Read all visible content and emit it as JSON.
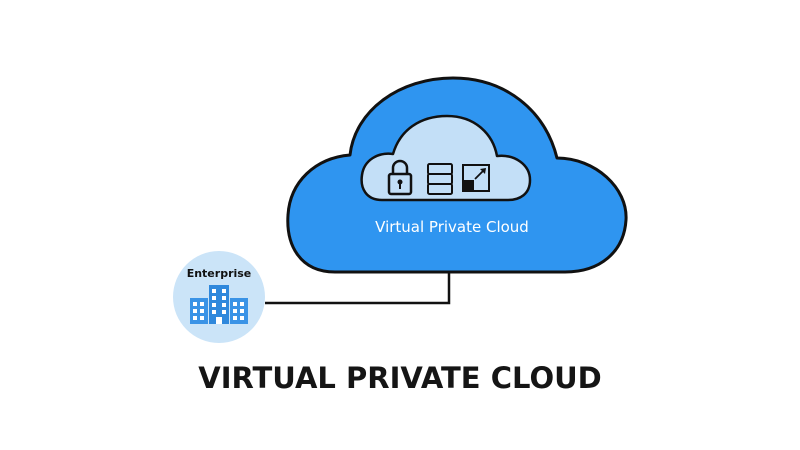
{
  "diagram": {
    "cloud": {
      "label": "Virtual Private Cloud",
      "outer_color": "#2f95f0",
      "inner_color": "#c3dff7",
      "outline_color": "#111111",
      "icons": [
        "lock-icon",
        "database-icon",
        "scale-icon"
      ]
    },
    "enterprise": {
      "label": "Enterprise",
      "circle_color": "#cbe4f8",
      "building_color": "#3a93e6",
      "icon": "building-icon"
    },
    "connector_color": "#111111",
    "title": "VIRTUAL PRIVATE CLOUD"
  }
}
